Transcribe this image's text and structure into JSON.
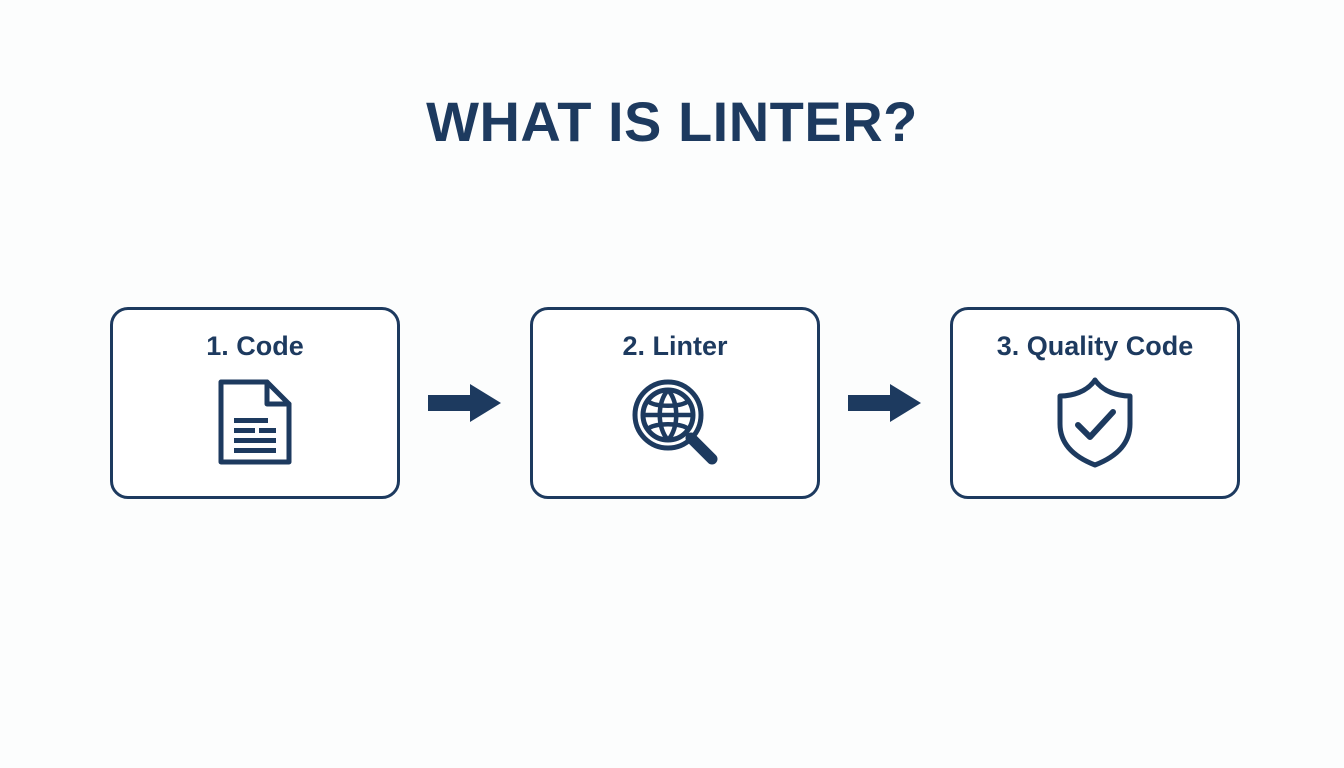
{
  "slide": {
    "title": "WHAT IS LINTER?",
    "background_color": "#fcfdfd",
    "accent_color": "#1d3a5f",
    "card_fill_color": "#ffffff"
  },
  "flow": {
    "steps": [
      {
        "label": "1. Code",
        "icon": "document-icon"
      },
      {
        "label": "2. Linter",
        "icon": "magnifying-glass-globe-icon"
      },
      {
        "label": "3. Quality Code",
        "icon": "shield-check-icon"
      }
    ],
    "connectors": [
      {
        "icon": "arrow-right-icon"
      },
      {
        "icon": "arrow-right-icon"
      }
    ]
  }
}
